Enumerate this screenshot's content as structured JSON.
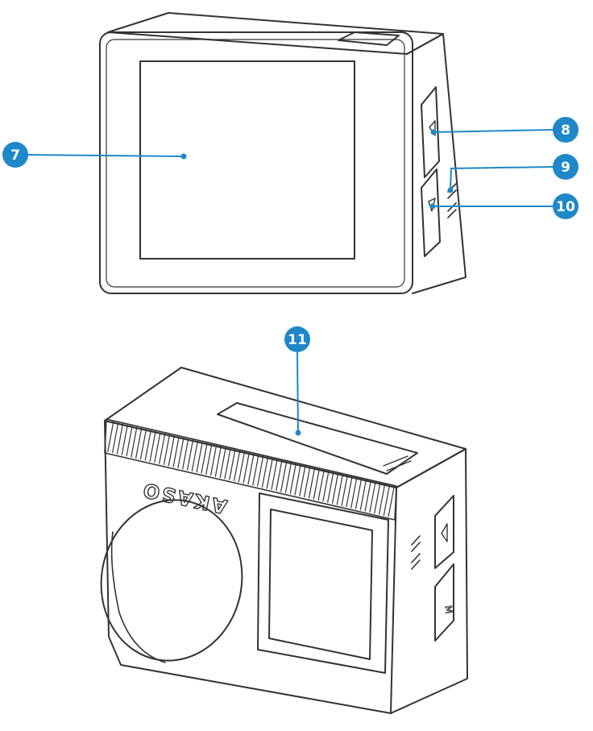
{
  "colors": {
    "outline": "#333333",
    "callout": "#1e88c8",
    "callout_text": "#ffffff",
    "background": "#ffffff"
  },
  "brand": {
    "logo_text": "AKASO"
  },
  "callouts": [
    {
      "number": "7",
      "target": "rear-touch-screen"
    },
    {
      "number": "8",
      "target": "side-up-button"
    },
    {
      "number": "9",
      "target": "side-speaker-slot"
    },
    {
      "number": "10",
      "target": "side-down-button"
    },
    {
      "number": "11",
      "target": "battery-door"
    }
  ]
}
